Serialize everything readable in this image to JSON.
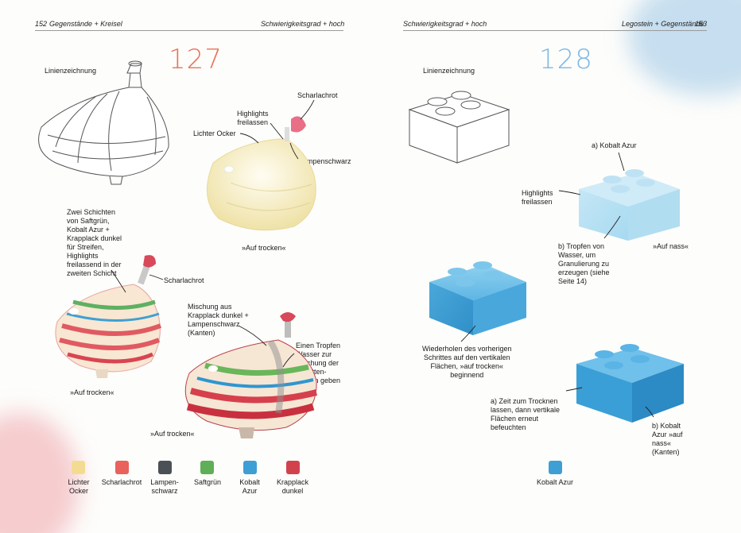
{
  "header": {
    "left_page_number": "152",
    "left_breadcrumb": "Gegenstände + Kreisel",
    "left_difficulty": "Schwierigkeitsgrad + hoch",
    "right_difficulty": "Schwierigkeitsgrad + hoch",
    "right_breadcrumb": "Legostein + Gegenstände",
    "right_page_number": "153"
  },
  "left": {
    "exercise_number": "127",
    "line_drawing_label": "Linienzeichnung",
    "labels": {
      "scharlachrot_top": "Scharlachrot",
      "highlights": "Highlights\nfreilassen",
      "lichter_ocker": "Lichter Ocker",
      "lampenschwarz": "Lampenschwarz",
      "auf_trocken_1": "»Auf trocken«",
      "zwei_schichten": "Zwei Schichten\nvon Saftgrün,\nKobalt Azur +\nKrapplack dunkel\nfür Streifen,\nHighlights\nfreilassend in der\nzweiten Schicht",
      "scharlachrot_mid": "Scharlachrot",
      "mischung": "Mischung aus\nKrapplack dunkel +\nLampenschwarz\n(Kanten)",
      "tropfen_wasser": "Einen Tropfen\nWasser zur\nMischung der\nSchatten-\nFarben geben",
      "auf_trocken_2": "»Auf trocken«",
      "auf_trocken_3": "»Auf trocken«"
    },
    "palette": [
      {
        "name": "Lichter\nOcker",
        "color": "#f3dc92"
      },
      {
        "name": "Scharlachrot",
        "color": "#e9625c"
      },
      {
        "name": "Lampen-\nschwarz",
        "color": "#4a5056"
      },
      {
        "name": "Saftgrün",
        "color": "#5fae58"
      },
      {
        "name": "Kobalt\nAzur",
        "color": "#3d9fd4"
      },
      {
        "name": "Krapplack\ndunkel",
        "color": "#d2424d"
      }
    ]
  },
  "right": {
    "exercise_number": "128",
    "line_drawing_label": "Linienzeichnung",
    "labels": {
      "kobalt_azur_a": "a) Kobalt Azur",
      "highlights": "Highlights\nfreilassen",
      "tropfen": "b) Tropfen von\nWasser, um\nGranulierung zu\nerzeugen (siehe\nSeite 14)",
      "auf_nass": "»Auf nass«",
      "wiederholen": "Wiederholen des vorherigen\nSchrittes auf den vertikalen\nFlächen, »auf trocken«\nbeginnend",
      "zeit_trocknen": "a) Zeit zum Trocknen\nlassen, dann vertikale\nFlächen erneut\nbefeuchten",
      "kobalt_auf_nass": "b) Kobalt\nAzur »auf\nnass«\n(Kanten)"
    },
    "palette": [
      {
        "name": "Kobalt Azur",
        "color": "#3d9fd4"
      }
    ]
  }
}
